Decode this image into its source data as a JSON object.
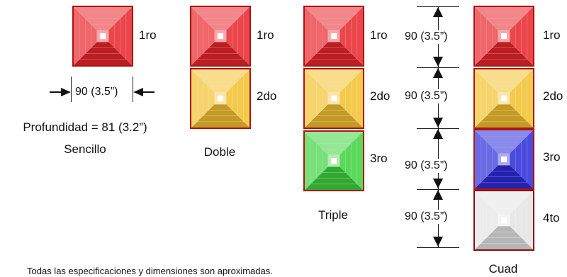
{
  "colors": {
    "red": "#e8252b",
    "yellow": "#f2c12e",
    "green": "#3fd23f",
    "blue": "#2a2ad8",
    "white": "#e4e4e4",
    "frame": "#b01212"
  },
  "positions": {
    "first": "1ro",
    "second": "2do",
    "third": "3ro",
    "fourth": "4to"
  },
  "configs": {
    "single": "Sencillo",
    "double": "Doble",
    "triple": "Triple",
    "quad": "Cuad"
  },
  "dimensions": {
    "module": "90 (3.5”)",
    "depth": "Profundidad = 81 (3.2”)"
  },
  "footnote": "Todas las especificaciones y dimensiones son aproximadas."
}
